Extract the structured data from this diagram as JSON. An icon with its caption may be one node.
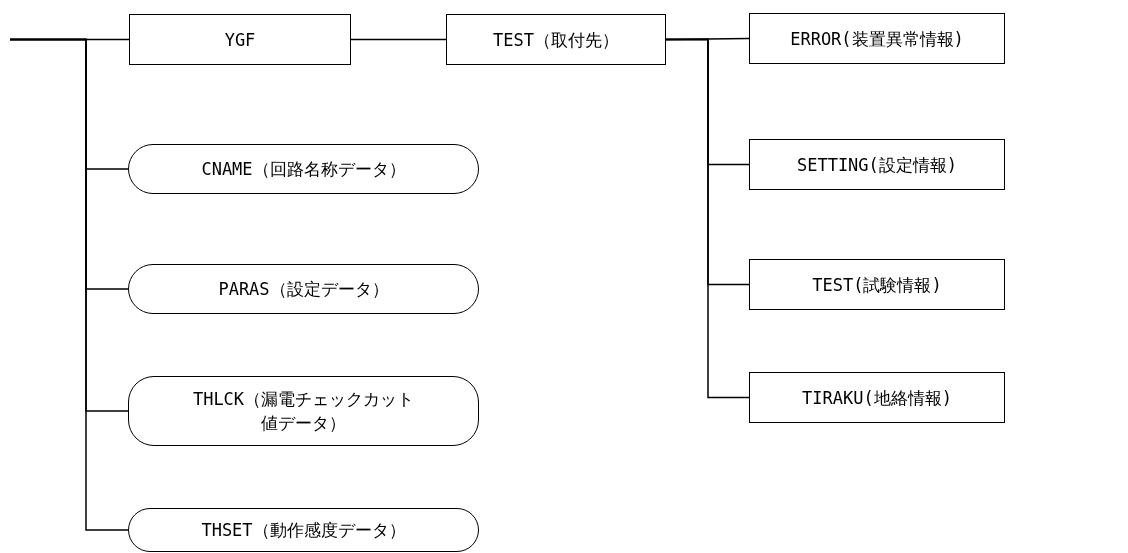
{
  "diagram": {
    "nodes": [
      {
        "text": [
          "YGF"
        ]
      },
      {
        "text": [
          "TEST（取付先）"
        ]
      },
      {
        "text": [
          "ERROR(装置異常情報)"
        ]
      },
      {
        "text": [
          "SETTING(設定情報)"
        ]
      },
      {
        "text": [
          "TEST(試験情報)"
        ]
      },
      {
        "text": [
          "TIRAKU(地絡情報)"
        ]
      },
      {
        "text": [
          "CNAME（回路名称データ）"
        ]
      },
      {
        "text": [
          "PARAS（設定データ）"
        ]
      },
      {
        "text": [
          "THLCK（漏電チェックカット値データ）"
        ]
      },
      {
        "text": [
          "THSET（動作感度データ）"
        ]
      }
    ],
    "edges": [
      {
        "from": null,
        "to": 0,
        "arrow": "none"
      },
      {
        "from": null,
        "to": 6,
        "arrow": "none"
      },
      {
        "from": null,
        "to": 7,
        "arrow": "none"
      },
      {
        "from": null,
        "to": 8,
        "arrow": "none"
      },
      {
        "from": null,
        "to": 9,
        "arrow": "none"
      },
      {
        "from": 0,
        "to": 1,
        "arrow": "none"
      },
      {
        "from": 1,
        "to": 2,
        "arrow": "none"
      },
      {
        "from": 1,
        "to": 3,
        "arrow": "none"
      },
      {
        "from": 1,
        "to": 4,
        "arrow": "none"
      },
      {
        "from": 1,
        "to": 5,
        "arrow": "none"
      }
    ]
  }
}
